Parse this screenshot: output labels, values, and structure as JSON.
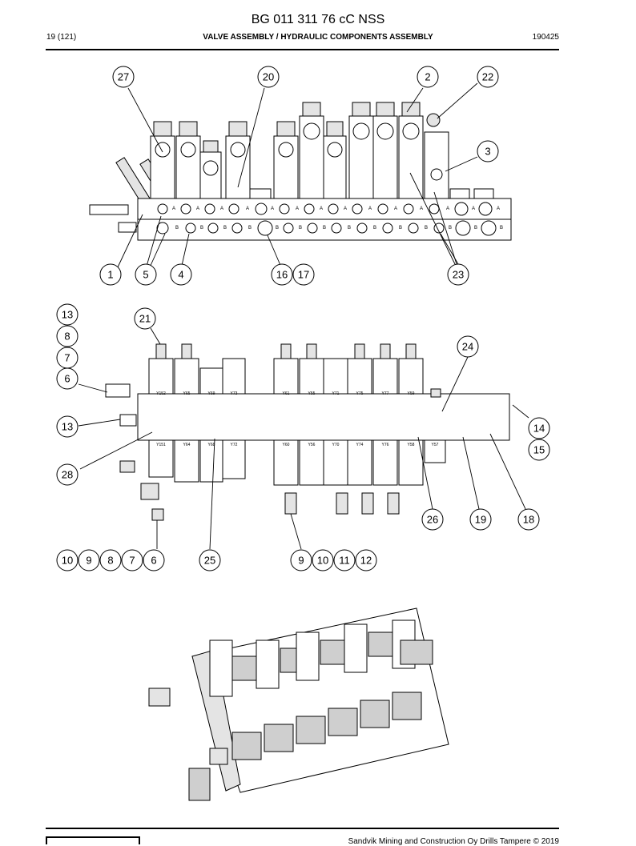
{
  "header": {
    "doc_title": "BG 011 311 76 cC NSS",
    "page": "19 (121)",
    "section": "VALVE ASSEMBLY / HYDRAULIC COMPONENTS ASSEMBLY",
    "code": "190425"
  },
  "footer": {
    "copyright": "Sandvik Mining and Construction Oy Drills Tampere © 2019"
  },
  "port_labels": {
    "a": "A",
    "b": "B"
  },
  "coil_labels": {
    "upper": [
      "Y152",
      "Y65",
      "Y69",
      "Y73",
      "Y61",
      "Y55",
      "Y71",
      "Y75",
      "Y77",
      "Y59"
    ],
    "lower": [
      "Y151",
      "Y64",
      "Y68",
      "Y72",
      "Y60",
      "Y56",
      "Y70",
      "Y74",
      "Y76",
      "Y58",
      "Y57"
    ]
  },
  "callouts": {
    "c27": "27",
    "c20": "20",
    "c2": "2",
    "c22": "22",
    "c3": "3",
    "c1": "1",
    "c5": "5",
    "c4": "4",
    "c16": "16",
    "c17": "17",
    "c23": "23",
    "c13a": "13",
    "c8a": "8",
    "c7a": "7",
    "c6a": "6",
    "c21": "21",
    "c24": "24",
    "c13b": "13",
    "c14": "14",
    "c15": "15",
    "c28": "28",
    "c26": "26",
    "c19": "19",
    "c18": "18",
    "c10a": "10",
    "c9a": "9",
    "c8b": "8",
    "c7b": "7",
    "c6b": "6",
    "c25": "25",
    "c9b": "9",
    "c10b": "10",
    "c11": "11",
    "c12": "12"
  }
}
